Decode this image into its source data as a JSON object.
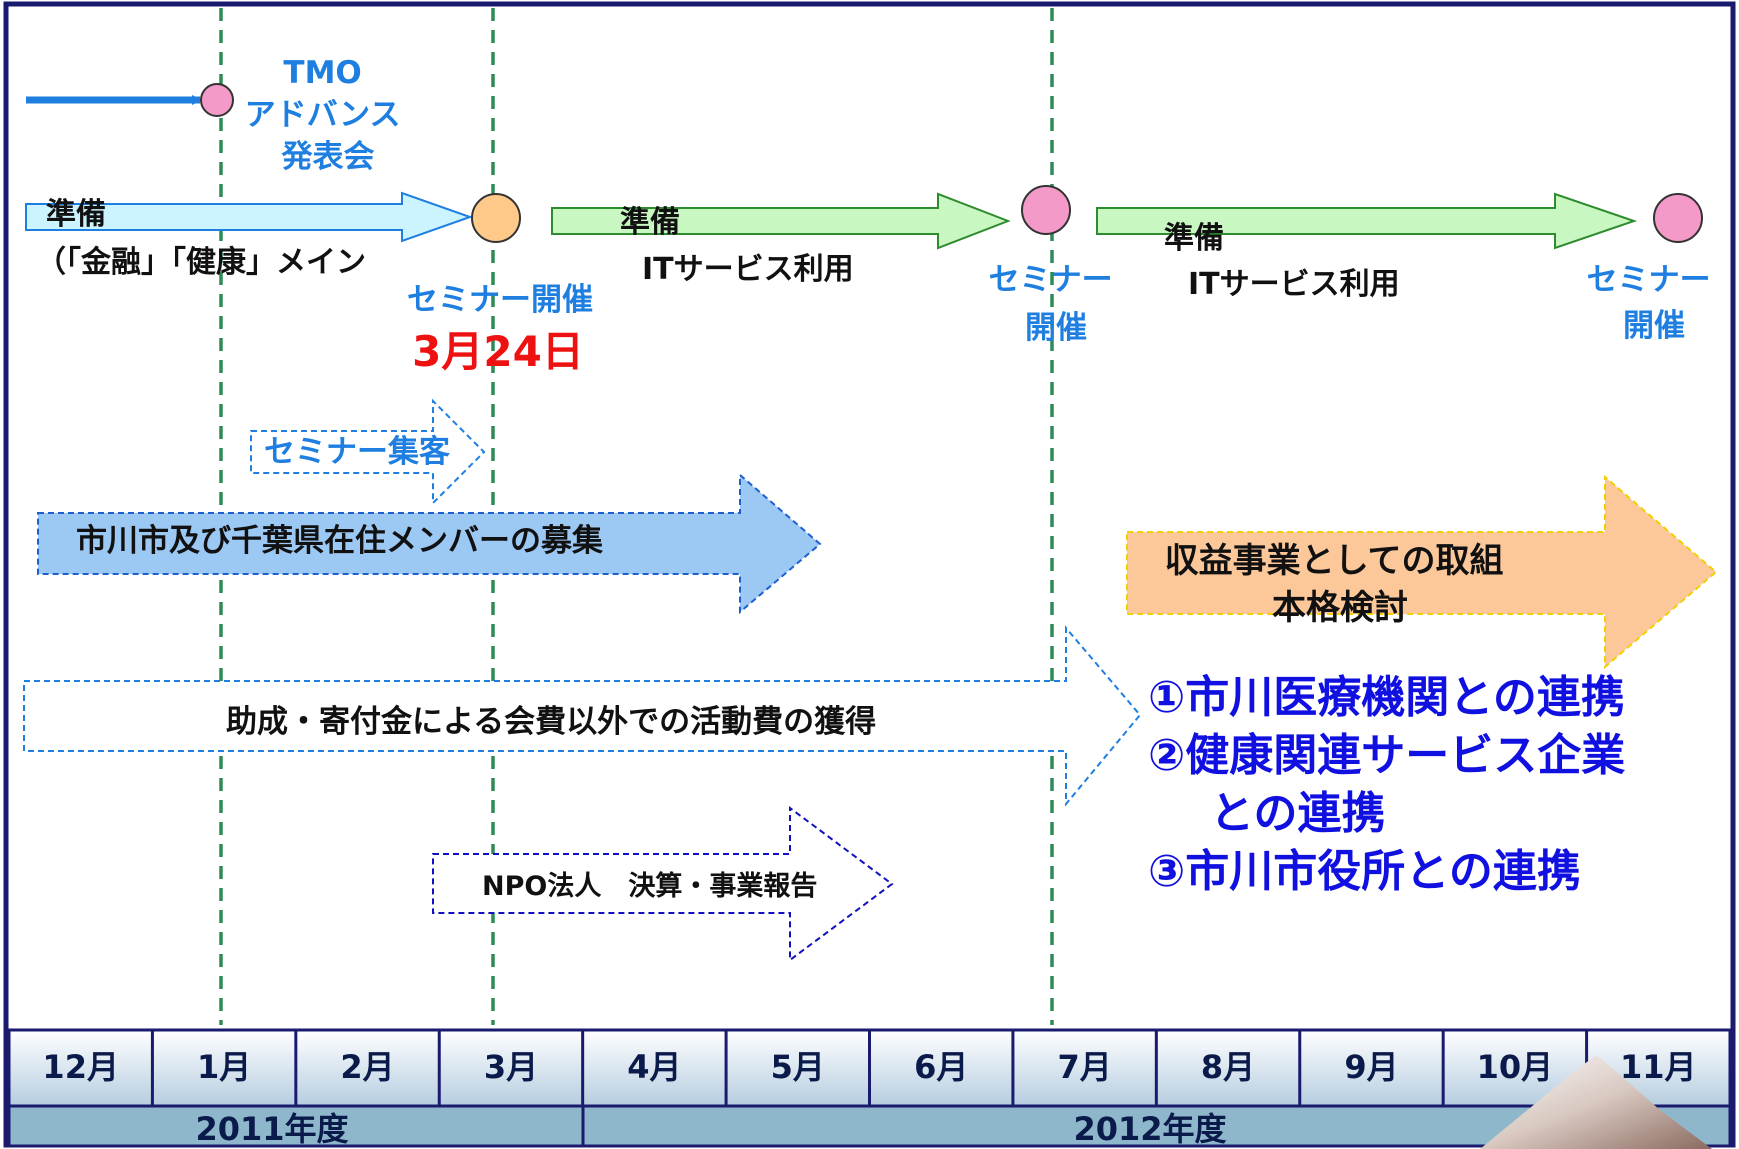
{
  "months": [
    "12月",
    "1月",
    "2月",
    "3月",
    "4月",
    "5月",
    "6月",
    "7月",
    "8月",
    "9月",
    "10月",
    "11月"
  ],
  "fiscal_years": [
    "2011年度",
    "2012年度"
  ],
  "milestones": {
    "tmo_lines": [
      "TMO",
      "アドバンス",
      "発表会"
    ],
    "seminar_1_label": "セミナー開催",
    "seminar_1_date": "3月24日",
    "seminar_2_lines": [
      "セミナー",
      "開催"
    ],
    "seminar_3_lines": [
      "セミナー",
      "開催"
    ]
  },
  "tasks": {
    "prep_1_title": "準備",
    "prep_1_sub": "（「金融」「健康」メイン",
    "prep_2_title": "準備",
    "prep_2_sub": "ITサービス利用",
    "prep_3_title": "準備",
    "prep_3_sub": "ITサービス利用",
    "seminar_recruit": "セミナー集客",
    "member_recruit": "市川市及び千葉県在住メンバーの募集",
    "revenue_lines": [
      "収益事業としての取組",
      "本格検討"
    ],
    "funding": "助成・寄付金による会費以外での活動費の獲得",
    "npo_report": "NPO法人　決算・事業報告"
  },
  "partnerships": [
    "①市川医療機関との連携",
    "②健康関連サービス企業",
    "との連携",
    "③市川市役所との連携"
  ],
  "colors": {
    "border": "#1a1a6e",
    "dashed_line": "#2e8b57",
    "milestone_pink": "#f49ac8",
    "milestone_orange": "#ffc98a",
    "arrow_light_blue": "#ccf4ff",
    "arrow_green": "#c9f7c2",
    "arrow_blue": "#9cc8f4",
    "arrow_orange": "#fcc89a",
    "month_bar_top": "#ffffff",
    "month_bar_bottom": "#b8cfe0",
    "year_bar": "#8fb7cc"
  }
}
